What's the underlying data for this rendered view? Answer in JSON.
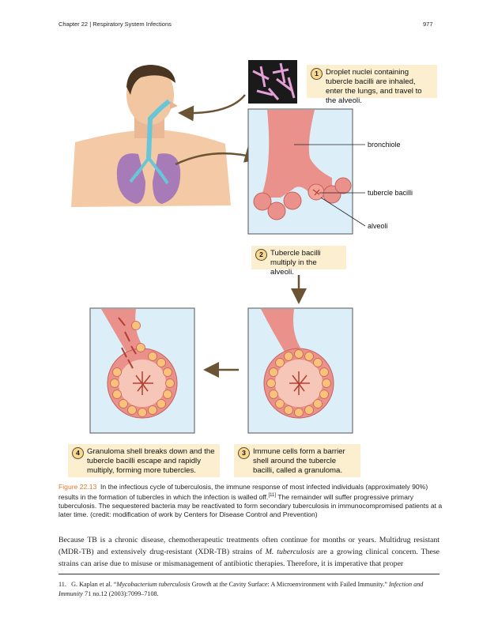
{
  "header": {
    "chapter": "Chapter 22",
    "separator": "|",
    "chapter_title": "Respiratory System Infections",
    "page_number": "977"
  },
  "figure": {
    "steps": [
      {
        "number": "1",
        "text": "Droplet nuclei containing tubercle bacilli are inhaled, enter the lungs, and travel to the alveoli."
      },
      {
        "number": "2",
        "text": "Tubercle bacilli multiply in the alveoli."
      },
      {
        "number": "3",
        "text": "Immune cells form a barrier shell around the tubercle bacilli, called a granuloma."
      },
      {
        "number": "4",
        "text": "Granuloma shell breaks down and the tubercle bacilli escape and rapidly multiply, forming more tubercles."
      }
    ],
    "labels": {
      "bronchiole": "bronchiole",
      "tubercle_bacilli": "tubercle bacilli",
      "alveoli": "alveoli"
    },
    "colors": {
      "callout_bg": "#fbefcf",
      "panel_bg": "#dceef8",
      "tissue": "#e9918a",
      "granule": "#f8c27a",
      "arrow": "#6b5434",
      "caption_accent": "#e4762a"
    }
  },
  "caption": {
    "label": "Figure 22.13",
    "text_1": "In the infectious cycle of tuberculosis, the immune response of most infected individuals (approximately 90%) results in the formation of tubercles in which the infection is walled off.",
    "ref": "[11]",
    "text_2": "The remainder will suffer progressive primary tuberculosis. The sequestered bacteria may be reactivated to form secondary tuberculosis in immunocompromised patients at a later time. (credit: modification of work by Centers for Disease Control and Prevention)"
  },
  "body": {
    "p1_a": "Because TB is a chronic disease, chemotherapeutic treatments often continue for months or years. Multidrug resistant (MDR-TB) and extensively drug-resistant (XDR-TB) strains of ",
    "p1_italic": "M. tuberculosis",
    "p1_b": " are a growing clinical concern. These strains can arise due to misuse or mismanagement of antibiotic therapies. Therefore, it is imperative that proper"
  },
  "footnote": {
    "number": "11.",
    "authors": "G. Kaplan et al. “",
    "title_italic": "Mycobacterium tuberculosis",
    "title_rest": " Growth at the Cavity Surface: A Microenvironment with Failed Immunity.” ",
    "journal": "Infection and Immunity",
    "details": " 71 no.12 (2003):7099–7108."
  }
}
